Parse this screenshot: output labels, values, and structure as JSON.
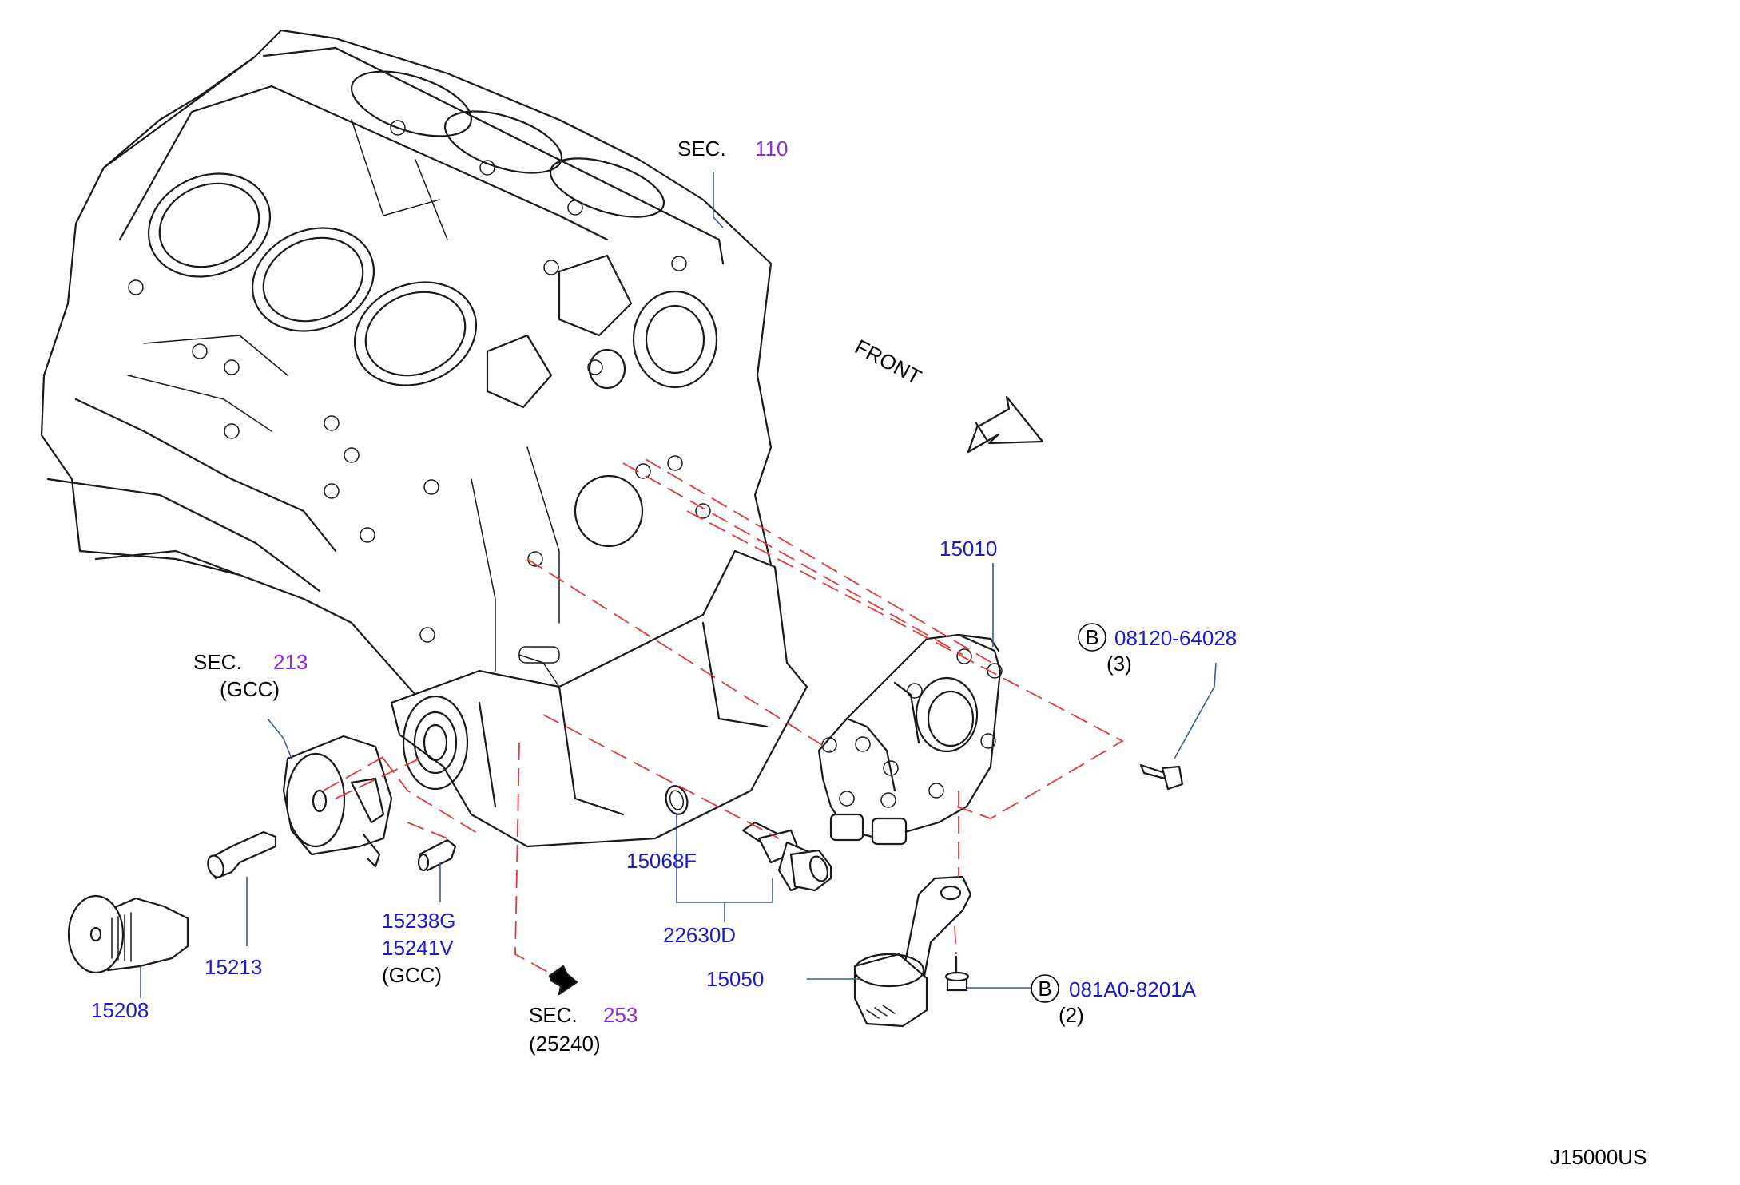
{
  "diagram_code": "J15000US",
  "front_label": "FRONT",
  "colors": {
    "part_number": "#1a1ad2",
    "section_number": "#8a2be2",
    "guide_line": "#e23a3a",
    "leader_line": "#3a5a9a"
  },
  "sections": {
    "s110": {
      "prefix": "SEC.",
      "num": "110"
    },
    "s213": {
      "prefix": "SEC.",
      "num": "213",
      "note": "(GCC)"
    },
    "s253": {
      "prefix": "SEC.",
      "num": "253",
      "note": "(25240)"
    }
  },
  "parts": {
    "p15010": "15010",
    "p15208": "15208",
    "p15213": "15213",
    "p15238g": "15238G",
    "p15241v": "15241V",
    "p15241v_note": "(GCC)",
    "p15068f": "15068F",
    "p22630d": "22630D",
    "p15050": "15050",
    "bolt1": {
      "badge": "B",
      "num": "08120-64028",
      "qty": "(3)"
    },
    "bolt2": {
      "badge": "B",
      "num": "081A0-8201A",
      "qty": "(2)"
    }
  }
}
